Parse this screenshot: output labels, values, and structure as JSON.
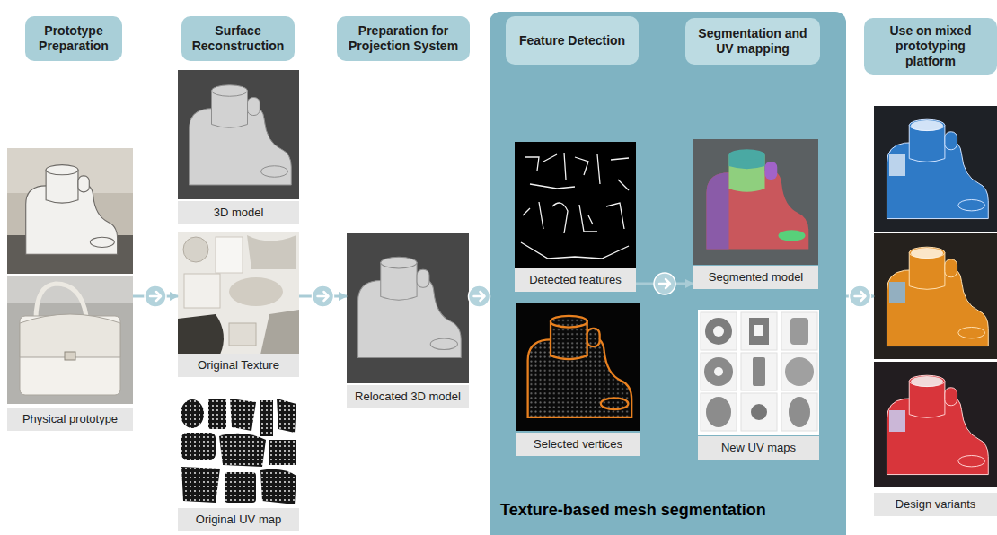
{
  "diagram": {
    "nodes": [
      {
        "text": [
          "Prototype Preparation"
        ]
      },
      {
        "text": [
          "Surface Reconstruction"
        ]
      },
      {
        "text": [
          "Preparation for Projection System"
        ]
      },
      {
        "text": [
          "Texture-based mesh segmentation"
        ]
      },
      {
        "text": [
          "Feature Detection"
        ],
        "in": 3
      },
      {
        "text": [
          "Segmentation and UV mapping"
        ],
        "in": 3
      },
      {
        "text": [
          "Use on mixed prototyping platform"
        ]
      },
      {
        "text": [
          "Physical prototype"
        ]
      },
      {
        "text": [
          "3D model"
        ]
      },
      {
        "text": [
          "Original Texture"
        ]
      },
      {
        "text": [
          "Original UV map"
        ]
      },
      {
        "text": [
          "Relocated 3D model"
        ]
      },
      {
        "text": [
          "Detected features"
        ],
        "in": 3
      },
      {
        "text": [
          "Selected vertices"
        ],
        "in": 3
      },
      {
        "text": [
          "Segmented model"
        ],
        "in": 3
      },
      {
        "text": [
          "New UV maps"
        ],
        "in": 3
      },
      {
        "text": [
          "Design variants"
        ]
      }
    ],
    "edges": [
      {
        "from": 7,
        "to": 9,
        "arrow": "to"
      },
      {
        "from": 9,
        "to": 11,
        "arrow": "to"
      },
      {
        "from": 11,
        "to": 3,
        "arrow": "to"
      },
      {
        "from": 12,
        "to": 14,
        "arrow": "to"
      },
      {
        "from": 3,
        "to": 16,
        "arrow": "to"
      }
    ]
  }
}
